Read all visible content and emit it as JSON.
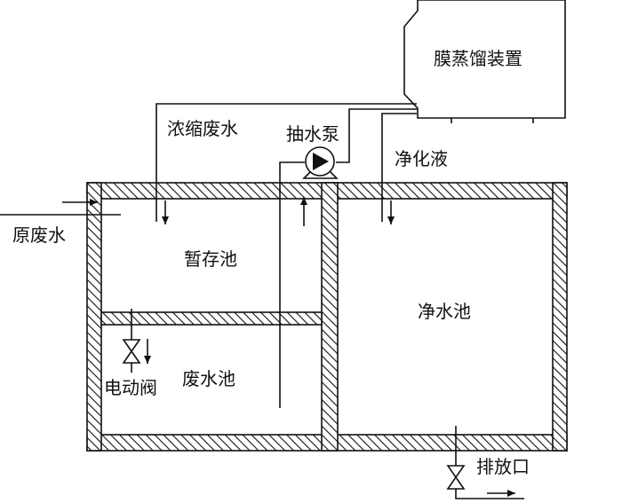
{
  "labels": {
    "membrane_device": "膜蒸馏装置",
    "concentrated_wastewater": "浓缩废水",
    "water_pump": "抽水泵",
    "purified_liquid": "净化液",
    "raw_wastewater": "原废水",
    "temp_tank": "暂存池",
    "waste_tank": "废水池",
    "electric_valve": "电动阀",
    "clean_tank": "净水池",
    "discharge_outlet": "排放口"
  },
  "colors": {
    "line": "#111111",
    "background": "#ffffff"
  },
  "icons": [
    "pump-icon",
    "valve-icon"
  ]
}
